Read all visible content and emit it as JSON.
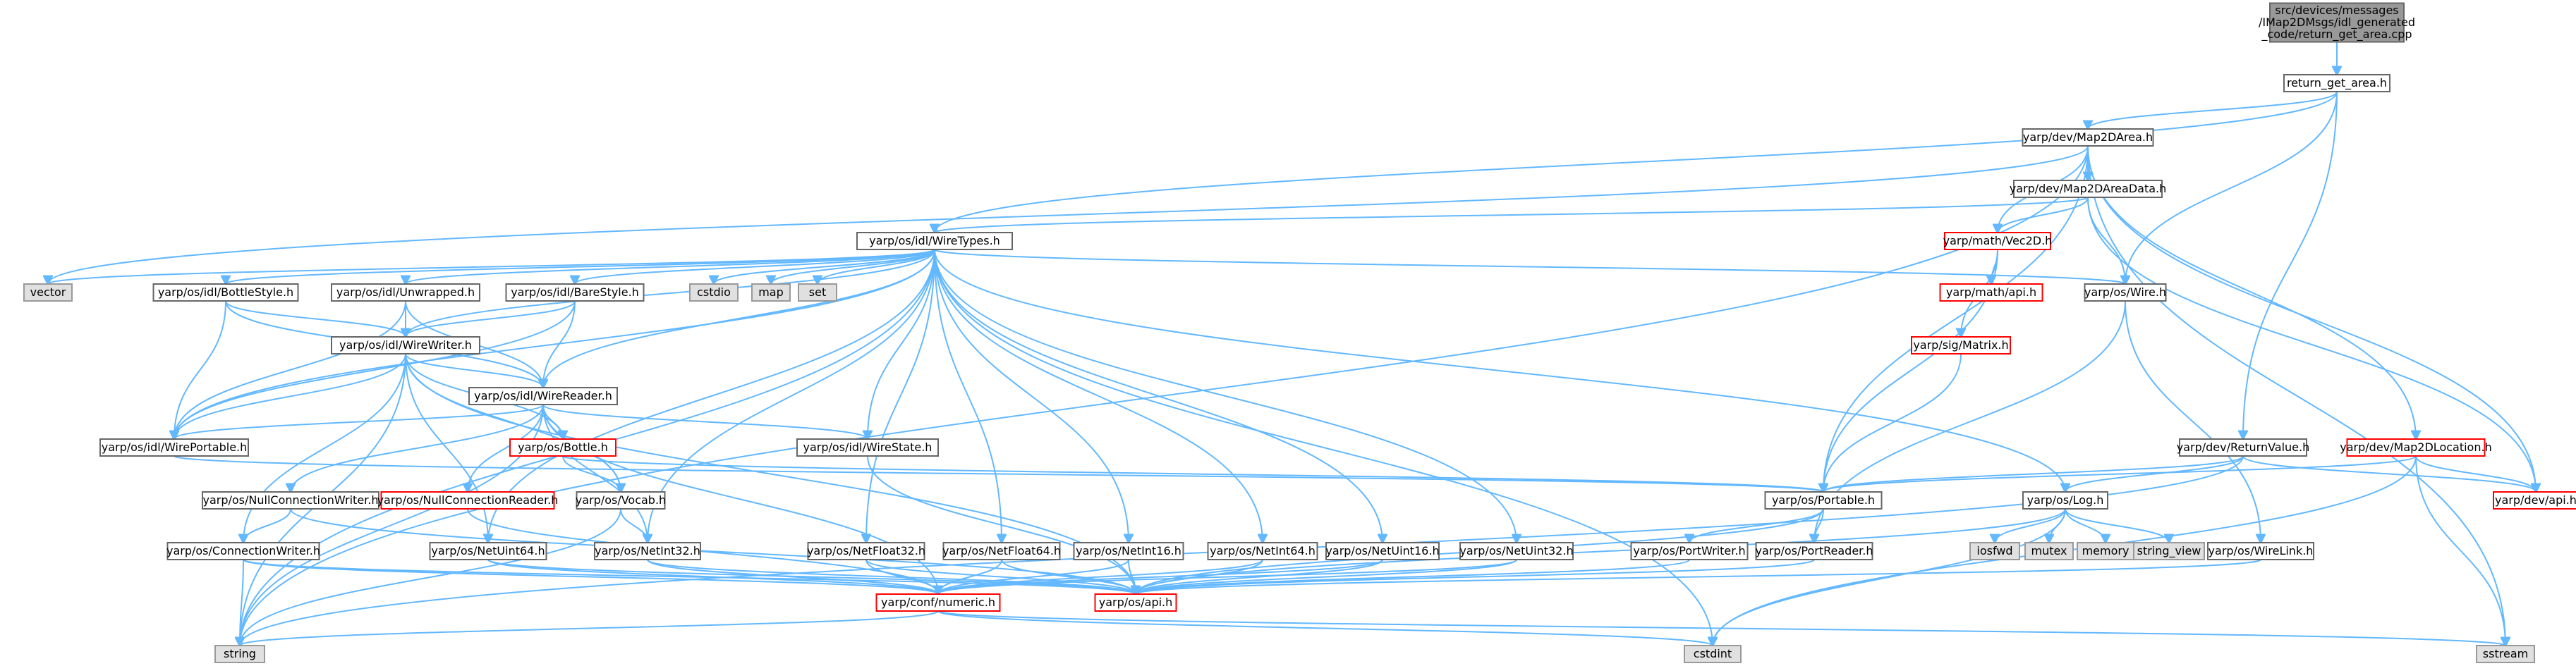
{
  "colors": {
    "edge": "#63b8ff",
    "node_fill": "#ffffff",
    "node_border": "#666666",
    "root_fill": "#999999",
    "root_border": "#666666",
    "ext_fill": "#e0e0e0",
    "ext_border": "#999999",
    "trunc_border": "#ff0000",
    "text": "#000000",
    "text_trunc": "#000000"
  },
  "nodes": [
    {
      "id": "root",
      "kind": "root",
      "lines": [
        "src/devices/messages",
        "/IMap2DMsgs/idl_generated",
        "_code/return_get_area.cpp"
      ]
    },
    {
      "id": "return_get_area",
      "kind": "normal",
      "lines": [
        "return_get_area.h"
      ]
    },
    {
      "id": "map2darea",
      "kind": "normal",
      "lines": [
        "yarp/dev/Map2DArea.h"
      ]
    },
    {
      "id": "map2dareadata",
      "kind": "normal",
      "lines": [
        "yarp/dev/Map2DAreaData.h"
      ]
    },
    {
      "id": "wiretypes",
      "kind": "normal",
      "lines": [
        "yarp/os/idl/WireTypes.h"
      ]
    },
    {
      "id": "vec2d",
      "kind": "trunc",
      "lines": [
        "yarp/math/Vec2D.h"
      ]
    },
    {
      "id": "mathapi",
      "kind": "trunc",
      "lines": [
        "yarp/math/api.h"
      ]
    },
    {
      "id": "oswire",
      "kind": "normal",
      "lines": [
        "yarp/os/Wire.h"
      ]
    },
    {
      "id": "matrix",
      "kind": "trunc",
      "lines": [
        "yarp/sig/Matrix.h"
      ]
    },
    {
      "id": "vector",
      "kind": "ext",
      "lines": [
        "vector"
      ]
    },
    {
      "id": "bottlestyle",
      "kind": "normal",
      "lines": [
        "yarp/os/idl/BottleStyle.h"
      ]
    },
    {
      "id": "unwrapped",
      "kind": "normal",
      "lines": [
        "yarp/os/idl/Unwrapped.h"
      ]
    },
    {
      "id": "barestyle",
      "kind": "normal",
      "lines": [
        "yarp/os/idl/BareStyle.h"
      ]
    },
    {
      "id": "cstdio",
      "kind": "ext",
      "lines": [
        "cstdio"
      ]
    },
    {
      "id": "map",
      "kind": "ext",
      "lines": [
        "map"
      ]
    },
    {
      "id": "set",
      "kind": "ext",
      "lines": [
        "set"
      ]
    },
    {
      "id": "wirewriter",
      "kind": "normal",
      "lines": [
        "yarp/os/idl/WireWriter.h"
      ]
    },
    {
      "id": "wirereader",
      "kind": "normal",
      "lines": [
        "yarp/os/idl/WireReader.h"
      ]
    },
    {
      "id": "wireportable",
      "kind": "normal",
      "lines": [
        "yarp/os/idl/WirePortable.h"
      ]
    },
    {
      "id": "bottle",
      "kind": "trunc",
      "lines": [
        "yarp/os/Bottle.h"
      ]
    },
    {
      "id": "wirestate",
      "kind": "normal",
      "lines": [
        "yarp/os/idl/WireState.h"
      ]
    },
    {
      "id": "returnvalue",
      "kind": "normal",
      "lines": [
        "yarp/dev/ReturnValue.h"
      ]
    },
    {
      "id": "map2dlocation",
      "kind": "trunc",
      "lines": [
        "yarp/dev/Map2DLocation.h"
      ]
    },
    {
      "id": "devapi",
      "kind": "trunc",
      "lines": [
        "yarp/dev/api.h"
      ]
    },
    {
      "id": "nullconnwriter",
      "kind": "normal",
      "lines": [
        "yarp/os/NullConnectionWriter.h"
      ]
    },
    {
      "id": "nullconnreader",
      "kind": "trunc",
      "lines": [
        "yarp/os/NullConnectionReader.h"
      ]
    },
    {
      "id": "vocab",
      "kind": "normal",
      "lines": [
        "yarp/os/Vocab.h"
      ]
    },
    {
      "id": "portable",
      "kind": "normal",
      "lines": [
        "yarp/os/Portable.h"
      ]
    },
    {
      "id": "oslog",
      "kind": "normal",
      "lines": [
        "yarp/os/Log.h"
      ]
    },
    {
      "id": "connwriter",
      "kind": "normal",
      "lines": [
        "yarp/os/ConnectionWriter.h"
      ]
    },
    {
      "id": "netuint64",
      "kind": "normal",
      "lines": [
        "yarp/os/NetUint64.h"
      ]
    },
    {
      "id": "netint32",
      "kind": "normal",
      "lines": [
        "yarp/os/NetInt32.h"
      ]
    },
    {
      "id": "netfloat32",
      "kind": "normal",
      "lines": [
        "yarp/os/NetFloat32.h"
      ]
    },
    {
      "id": "netfloat64",
      "kind": "normal",
      "lines": [
        "yarp/os/NetFloat64.h"
      ]
    },
    {
      "id": "netint16",
      "kind": "normal",
      "lines": [
        "yarp/os/NetInt16.h"
      ]
    },
    {
      "id": "netint64",
      "kind": "normal",
      "lines": [
        "yarp/os/NetInt64.h"
      ]
    },
    {
      "id": "netuint16",
      "kind": "normal",
      "lines": [
        "yarp/os/NetUint16.h"
      ]
    },
    {
      "id": "netuint32",
      "kind": "normal",
      "lines": [
        "yarp/os/NetUint32.h"
      ]
    },
    {
      "id": "portwriter",
      "kind": "normal",
      "lines": [
        "yarp/os/PortWriter.h"
      ]
    },
    {
      "id": "portreader",
      "kind": "normal",
      "lines": [
        "yarp/os/PortReader.h"
      ]
    },
    {
      "id": "iosfwd",
      "kind": "ext",
      "lines": [
        "iosfwd"
      ]
    },
    {
      "id": "mutex",
      "kind": "ext",
      "lines": [
        "mutex"
      ]
    },
    {
      "id": "memory",
      "kind": "ext",
      "lines": [
        "memory"
      ]
    },
    {
      "id": "string_view",
      "kind": "ext",
      "lines": [
        "string_view"
      ]
    },
    {
      "id": "wirelink",
      "kind": "normal",
      "lines": [
        "yarp/os/WireLink.h"
      ]
    },
    {
      "id": "numeric",
      "kind": "trunc",
      "lines": [
        "yarp/conf/numeric.h"
      ]
    },
    {
      "id": "osapi",
      "kind": "trunc",
      "lines": [
        "yarp/os/api.h"
      ]
    },
    {
      "id": "string",
      "kind": "ext",
      "lines": [
        "string"
      ]
    },
    {
      "id": "cstdint",
      "kind": "ext",
      "lines": [
        "cstdint"
      ]
    },
    {
      "id": "sstream",
      "kind": "ext",
      "lines": [
        "sstream"
      ]
    }
  ],
  "edges": [
    [
      "root",
      "return_get_area"
    ],
    [
      "return_get_area",
      "map2darea"
    ],
    [
      "return_get_area",
      "wiretypes"
    ],
    [
      "return_get_area",
      "oswire"
    ],
    [
      "return_get_area",
      "returnvalue"
    ],
    [
      "map2darea",
      "map2dareadata"
    ],
    [
      "map2darea",
      "vec2d"
    ],
    [
      "map2darea",
      "portable"
    ],
    [
      "map2darea",
      "map2dlocation"
    ],
    [
      "map2darea",
      "devapi"
    ],
    [
      "map2darea",
      "vector"
    ],
    [
      "map2darea",
      "string"
    ],
    [
      "map2darea",
      "sstream"
    ],
    [
      "map2dareadata",
      "vec2d"
    ],
    [
      "map2dareadata",
      "oswire"
    ],
    [
      "map2dareadata",
      "wiretypes"
    ],
    [
      "map2dareadata",
      "devapi"
    ],
    [
      "vec2d",
      "mathapi"
    ],
    [
      "vec2d",
      "matrix"
    ],
    [
      "vec2d",
      "portable"
    ],
    [
      "matrix",
      "portable"
    ],
    [
      "oswire",
      "portreader"
    ],
    [
      "oswire",
      "wirelink"
    ],
    [
      "wiretypes",
      "vector"
    ],
    [
      "wiretypes",
      "bottlestyle"
    ],
    [
      "wiretypes",
      "unwrapped"
    ],
    [
      "wiretypes",
      "barestyle"
    ],
    [
      "wiretypes",
      "cstdio"
    ],
    [
      "wiretypes",
      "map"
    ],
    [
      "wiretypes",
      "set"
    ],
    [
      "wiretypes",
      "wirewriter"
    ],
    [
      "wiretypes",
      "wirereader"
    ],
    [
      "wiretypes",
      "wireportable"
    ],
    [
      "wiretypes",
      "wirestate"
    ],
    [
      "wiretypes",
      "oswire"
    ],
    [
      "wiretypes",
      "oslog"
    ],
    [
      "wiretypes",
      "string"
    ],
    [
      "wiretypes",
      "cstdint"
    ],
    [
      "wiretypes",
      "netuint64"
    ],
    [
      "wiretypes",
      "netint32"
    ],
    [
      "wiretypes",
      "netfloat32"
    ],
    [
      "wiretypes",
      "netfloat64"
    ],
    [
      "wiretypes",
      "netint16"
    ],
    [
      "wiretypes",
      "netint64"
    ],
    [
      "wiretypes",
      "netuint16"
    ],
    [
      "wiretypes",
      "netuint32"
    ],
    [
      "bottlestyle",
      "wirewriter"
    ],
    [
      "bottlestyle",
      "wirereader"
    ],
    [
      "bottlestyle",
      "wireportable"
    ],
    [
      "unwrapped",
      "wirewriter"
    ],
    [
      "unwrapped",
      "wirereader"
    ],
    [
      "unwrapped",
      "wireportable"
    ],
    [
      "barestyle",
      "wirewriter"
    ],
    [
      "barestyle",
      "wirereader"
    ],
    [
      "barestyle",
      "wireportable"
    ],
    [
      "wirewriter",
      "wirereader"
    ],
    [
      "wirewriter",
      "wireportable"
    ],
    [
      "wirewriter",
      "bottle"
    ],
    [
      "wirewriter",
      "vocab"
    ],
    [
      "wirewriter",
      "connwriter"
    ],
    [
      "wirewriter",
      "string"
    ],
    [
      "wirewriter",
      "osapi"
    ],
    [
      "wirewriter",
      "netuint64"
    ],
    [
      "wirereader",
      "wireportable"
    ],
    [
      "wirereader",
      "bottle"
    ],
    [
      "wirereader",
      "wirestate"
    ],
    [
      "wirereader",
      "nullconnwriter"
    ],
    [
      "wirereader",
      "nullconnreader"
    ],
    [
      "wirereader",
      "vocab"
    ],
    [
      "wirereader",
      "string"
    ],
    [
      "wirereader",
      "numeric"
    ],
    [
      "wirereader",
      "netint32"
    ],
    [
      "wireportable",
      "portable"
    ],
    [
      "bottle",
      "portable"
    ],
    [
      "bottle",
      "vocab"
    ],
    [
      "wirestate",
      "osapi"
    ],
    [
      "nullconnwriter",
      "connwriter"
    ],
    [
      "nullconnwriter",
      "osapi"
    ],
    [
      "nullconnreader",
      "numeric"
    ],
    [
      "vocab",
      "netint32"
    ],
    [
      "vocab",
      "string"
    ],
    [
      "connwriter",
      "numeric"
    ],
    [
      "connwriter",
      "osapi"
    ],
    [
      "connwriter",
      "string"
    ],
    [
      "netuint64",
      "numeric"
    ],
    [
      "netuint64",
      "osapi"
    ],
    [
      "netint32",
      "numeric"
    ],
    [
      "netint32",
      "osapi"
    ],
    [
      "netfloat32",
      "numeric"
    ],
    [
      "netfloat32",
      "osapi"
    ],
    [
      "netfloat64",
      "numeric"
    ],
    [
      "netfloat64",
      "osapi"
    ],
    [
      "netint16",
      "numeric"
    ],
    [
      "netint16",
      "osapi"
    ],
    [
      "netint64",
      "numeric"
    ],
    [
      "netint64",
      "osapi"
    ],
    [
      "netuint16",
      "numeric"
    ],
    [
      "netuint16",
      "osapi"
    ],
    [
      "netuint32",
      "numeric"
    ],
    [
      "netuint32",
      "osapi"
    ],
    [
      "returnvalue",
      "portable"
    ],
    [
      "returnvalue",
      "oslog"
    ],
    [
      "returnvalue",
      "devapi"
    ],
    [
      "returnvalue",
      "string"
    ],
    [
      "map2dlocation",
      "devapi"
    ],
    [
      "map2dlocation",
      "portable"
    ],
    [
      "map2dlocation",
      "sstream"
    ],
    [
      "map2dlocation",
      "cstdint"
    ],
    [
      "portable",
      "portreader"
    ],
    [
      "portable",
      "portwriter"
    ],
    [
      "portable",
      "osapi"
    ],
    [
      "portwriter",
      "osapi"
    ],
    [
      "portreader",
      "osapi"
    ],
    [
      "oslog",
      "iosfwd"
    ],
    [
      "oslog",
      "mutex"
    ],
    [
      "oslog",
      "memory"
    ],
    [
      "oslog",
      "string_view"
    ],
    [
      "oslog",
      "osapi"
    ],
    [
      "oslog",
      "cstdint"
    ],
    [
      "wirelink",
      "osapi"
    ],
    [
      "numeric",
      "string"
    ],
    [
      "numeric",
      "cstdint"
    ],
    [
      "numeric",
      "sstream"
    ]
  ]
}
